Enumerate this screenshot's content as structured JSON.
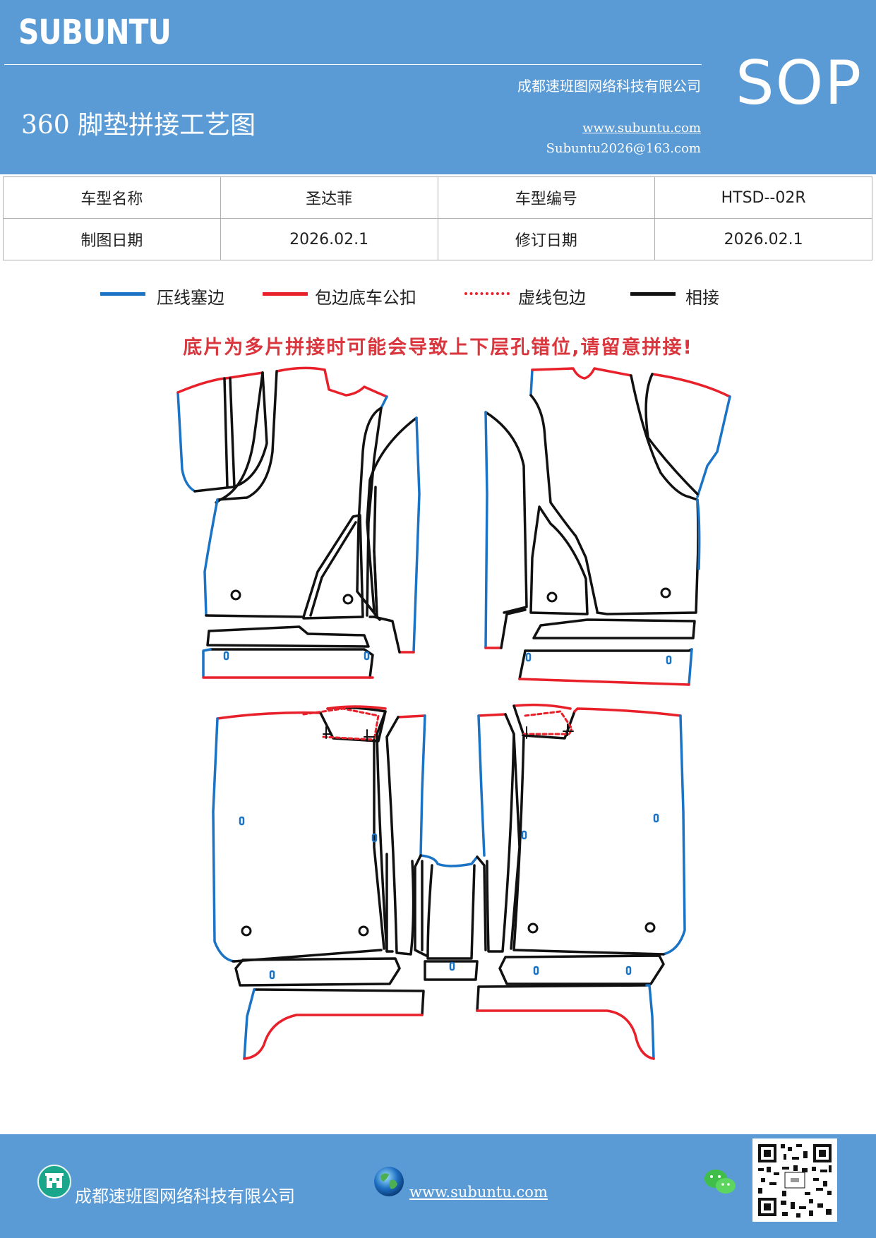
{
  "header": {
    "brand": "SUBUNTU",
    "company": "成都速班图网络科技有限公司",
    "title": "360 脚垫拼接工艺图",
    "website": "www.subuntu.com",
    "email": "Subuntu2026@163.com",
    "badge": "SOP"
  },
  "info_table": {
    "model_name_label": "车型名称",
    "model_name_value": "圣达菲",
    "model_code_label": "车型编号",
    "model_code_value": "HTSD--02R",
    "draw_date_label": "制图日期",
    "draw_date_value": "2026.02.1",
    "revise_date_label": "修订日期",
    "revise_date_value": "2026.02.1"
  },
  "legend": [
    {
      "label": "压线塞边",
      "color": "#1a73c4",
      "style": "solid"
    },
    {
      "label": "包边底车公扣",
      "color": "#e8202a",
      "style": "solid"
    },
    {
      "label": "虚线包边",
      "color": "#e8202a",
      "style": "dotted"
    },
    {
      "label": "相接",
      "color": "#111111",
      "style": "solid"
    }
  ],
  "warning": "底片为多片拼接时可能会导致上下层孔错位,请留意拼接!",
  "footer": {
    "company": "成都速班图网络科技有限公司",
    "website": "www.subuntu.com",
    "building_icon": "building-icon",
    "globe_icon": "globe-icon",
    "wechat_icon": "wechat-icon"
  },
  "colors": {
    "header_bg": "#5b9bd5",
    "press_edge": "#1a73c4",
    "wrap_edge": "#e8202a",
    "joint": "#111111",
    "warning": "#d9363e"
  }
}
